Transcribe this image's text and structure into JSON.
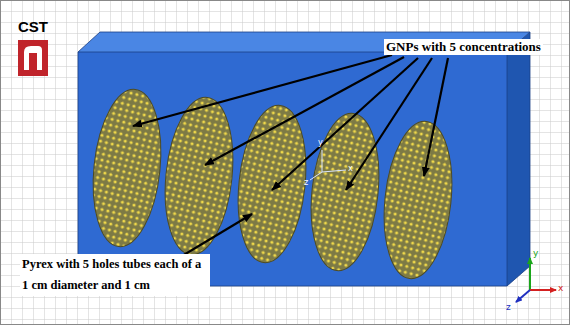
{
  "diagram": {
    "labels": [
      "CST",
      "GNPs with 5 concentrations",
      "Pyrex with 5 holes tubes each of a 1 cm diameter and 1 cm",
      "y",
      "z",
      "x",
      "y",
      "z",
      "x"
    ]
  }
}
